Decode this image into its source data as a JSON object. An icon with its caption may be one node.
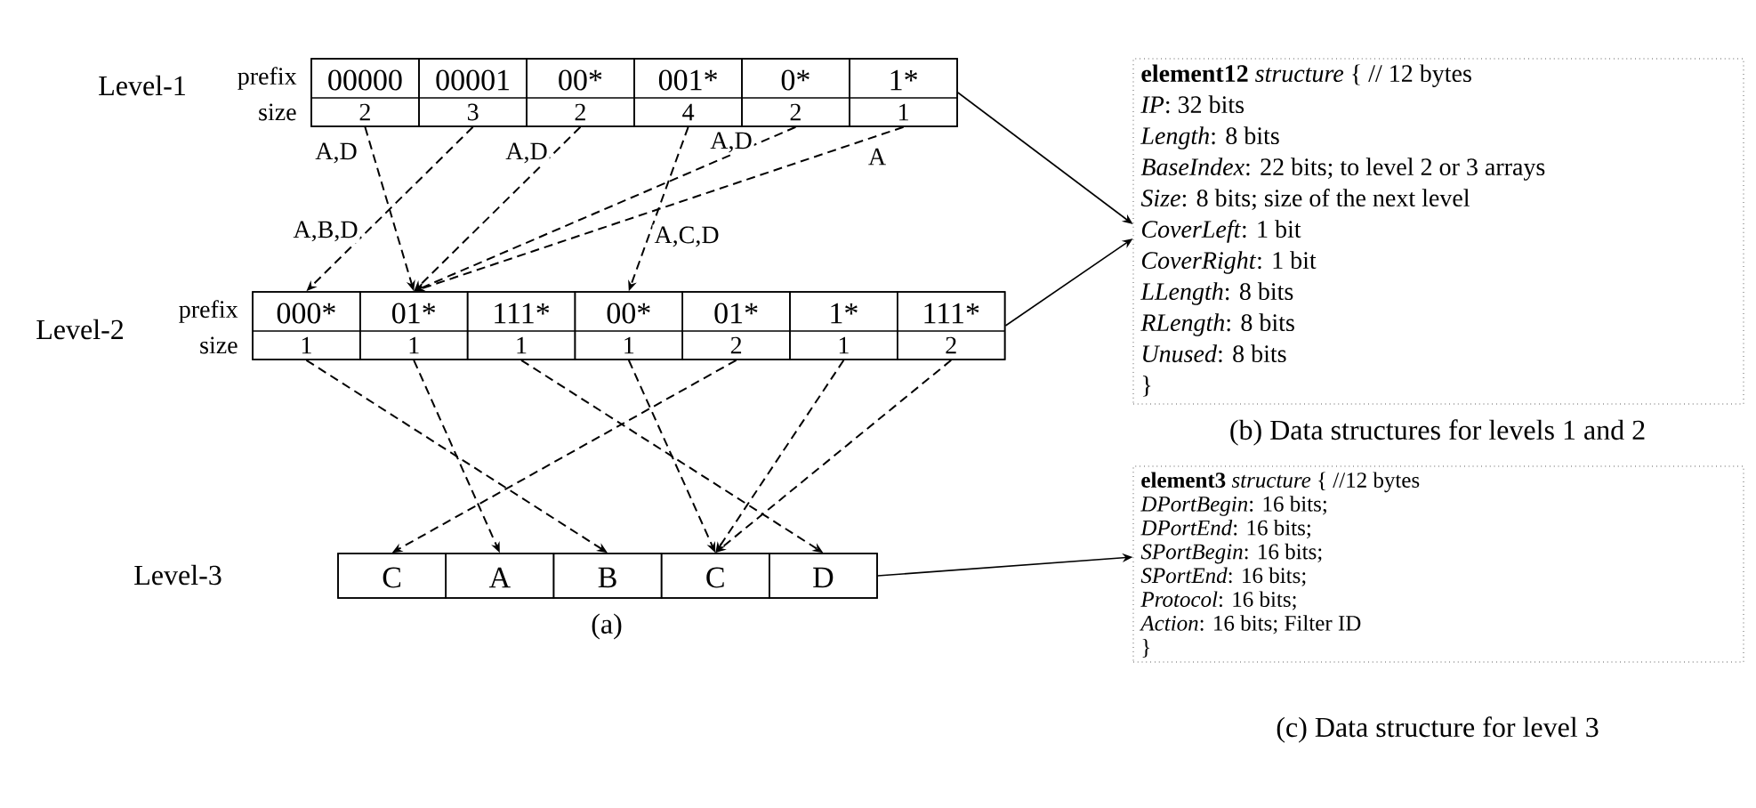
{
  "diagram": {
    "nodes": [
      {
        "text": [
          "Level-1",
          "prefix",
          "size"
        ]
      },
      {
        "text": [
          "00000",
          "2"
        ],
        "in": 0
      },
      {
        "text": [
          "00001",
          "3"
        ],
        "in": 0
      },
      {
        "text": [
          "00*",
          "2"
        ],
        "in": 0
      },
      {
        "text": [
          "001*",
          "4"
        ],
        "in": 0
      },
      {
        "text": [
          "0*",
          "2"
        ],
        "in": 0
      },
      {
        "text": [
          "1*",
          "1"
        ],
        "in": 0
      },
      {
        "text": [
          "Level-2",
          "prefix",
          "size"
        ]
      },
      {
        "text": [
          "000*",
          "1"
        ],
        "in": 7
      },
      {
        "text": [
          "01*",
          "1"
        ],
        "in": 7
      },
      {
        "text": [
          "111*",
          "1"
        ],
        "in": 7
      },
      {
        "text": [
          "00*",
          "1"
        ],
        "in": 7
      },
      {
        "text": [
          "01*",
          "2"
        ],
        "in": 7
      },
      {
        "text": [
          "1*",
          "1"
        ],
        "in": 7
      },
      {
        "text": [
          "111*",
          "2"
        ],
        "in": 7
      },
      {
        "text": [
          "Level-3"
        ]
      },
      {
        "text": [
          "C"
        ],
        "in": 15
      },
      {
        "text": [
          "A"
        ],
        "in": 15
      },
      {
        "text": [
          "B"
        ],
        "in": 15
      },
      {
        "text": [
          "C"
        ],
        "in": 15
      },
      {
        "text": [
          "D"
        ],
        "in": 15
      },
      {
        "text": [
          "**element12** *structure* { // 12 bytes",
          "*IP*: 32 bits",
          "*Length*: 8 bits",
          "*BaseIndex*: 22 bits; to level 2 or 3 arrays",
          "*Size*: 8 bits; size of the next level",
          "*CoverLeft*: 1 bit",
          "*CoverRight*: 1 bit",
          "*LLength*: 8 bits",
          "*RLength*: 8 bits",
          "*Unused*: 8 bits",
          "}"
        ]
      },
      {
        "text": [
          "**element3** *structure* { //12 bytes",
          "*DPortBegin*: 16 bits;",
          "*DPortEnd*: 16 bits;",
          "*SPortBegin*: 16 bits;",
          "*SPortEnd*: 16 bits;",
          "*Protocol*: 16 bits;",
          "*Action*: 16 bits; Filter ID",
          "}"
        ]
      }
    ],
    "edges": [
      {
        "from": 1,
        "to": 9,
        "arrow": "to",
        "label": "A,D",
        "style": "dashed"
      },
      {
        "from": 2,
        "to": 8,
        "arrow": "to",
        "label": "A,B,D",
        "style": "dashed"
      },
      {
        "from": 3,
        "to": 9,
        "arrow": "to",
        "label": "A,D",
        "style": "dashed"
      },
      {
        "from": 4,
        "to": 11,
        "arrow": "to",
        "label": "A,C,D",
        "style": "dashed"
      },
      {
        "from": 5,
        "to": 9,
        "arrow": "to",
        "label": "A,D",
        "style": "dashed"
      },
      {
        "from": 6,
        "to": 9,
        "arrow": "to",
        "label": "A",
        "style": "dashed"
      },
      {
        "from": 8,
        "to": 18,
        "arrow": "to",
        "style": "dashed"
      },
      {
        "from": 9,
        "to": 17,
        "arrow": "to",
        "style": "dashed"
      },
      {
        "from": 10,
        "to": 20,
        "arrow": "to",
        "style": "dashed"
      },
      {
        "from": 11,
        "to": 19,
        "arrow": "to",
        "style": "dashed"
      },
      {
        "from": 12,
        "to": 16,
        "arrow": "to",
        "style": "dashed"
      },
      {
        "from": 13,
        "to": 19,
        "arrow": "to",
        "style": "dashed"
      },
      {
        "from": 14,
        "to": 19,
        "arrow": "to",
        "style": "dashed"
      },
      {
        "from": 0,
        "to": 21,
        "arrow": "to"
      },
      {
        "from": 7,
        "to": 21,
        "arrow": "to"
      },
      {
        "from": 15,
        "to": 22,
        "arrow": "to"
      }
    ],
    "labels": [
      "(a)",
      "(b) Data structures for levels 1 and 2",
      "(c) Data structure for level 3"
    ]
  }
}
